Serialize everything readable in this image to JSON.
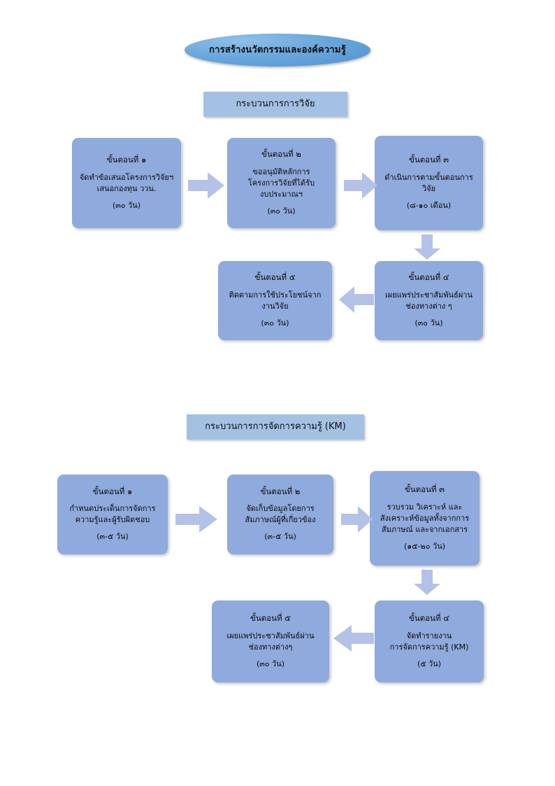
{
  "page": {
    "title": "การสร้างนวัตกรรมและองค์ความรู้",
    "box_color": "#8faadc",
    "arrow_color": "#b4c2e7",
    "header_color": "#a3c2e3",
    "ellipse_color": "#5b9bd5"
  },
  "sections": [
    {
      "id": "research",
      "header": "กระบวนการการวิจัย",
      "steps": [
        {
          "title": "ขั้นตอนที่ ๑",
          "desc": "จัดทำข้อเสนอโครงการวิจัยฯ\nเสนอกองทุน ววน.",
          "duration": "(๓๐ วัน)"
        },
        {
          "title": "ขั้นตอนที่ ๒",
          "desc": "ขออนุมัติหลักการ\nโครงการวิจัยที่ได้รับ\nงบประมาณฯ",
          "duration": "(๓๐ วัน)"
        },
        {
          "title": "ขั้นตอนที่ ๓",
          "desc": "ดำเนินการตามขั้นตอนการ\nวิจัย",
          "duration": "(๘-๑๐ เดือน)"
        },
        {
          "title": "ขั้นตอนที่ ๔",
          "desc": "เผยแพร่ประชาสัมพันธ์ผ่าน\nช่องทางต่าง ๆ",
          "duration": "(๓๐ วัน)"
        },
        {
          "title": "ขั้นตอนที่ ๕",
          "desc": "ติดตามการใช้ประโยชน์จาก\nงานวิจัย",
          "duration": "(๓๐ วัน)"
        }
      ],
      "arrows": [
        "right",
        "right",
        "down",
        "left"
      ]
    },
    {
      "id": "km",
      "header": "กระบวนการการจัดการความรู้ (KM)",
      "steps": [
        {
          "title": "ขั้นตอนที่ ๑",
          "desc": "กำหนดประเด็นการจัดการ\nความรู้และผู้รับผิดชอบ",
          "duration": "(๓-๕ วัน)"
        },
        {
          "title": "ขั้นตอนที่ ๒",
          "desc": "จัดเก็บข้อมูลโดยการ\nสัมภาษณ์ผู้ที่เกี่ยวข้อง",
          "duration": "(๓-๕ วัน)"
        },
        {
          "title": "ขั้นตอนที่ ๓",
          "desc": "รวบรวม วิเคราะห์ และ\nสังเคราะห์ข้อมูลทั้งจากการ\nสัมภาษณ์ และจากเอกสาร",
          "duration": "(๑๕-๒๐ วัน)"
        },
        {
          "title": "ขั้นตอนที่ ๔",
          "desc": "จัดทำรายงาน\nการจัดการความรู้ (KM)",
          "duration": "(๕ วัน)"
        },
        {
          "title": "ขั้นตอนที่ ๕",
          "desc": "เผยแพร่ประชาสัมพันธ์ผ่าน\nช่องทางต่างๆ",
          "duration": "(๓๐ วัน)"
        }
      ],
      "arrows": [
        "right",
        "right",
        "down",
        "left"
      ]
    }
  ]
}
